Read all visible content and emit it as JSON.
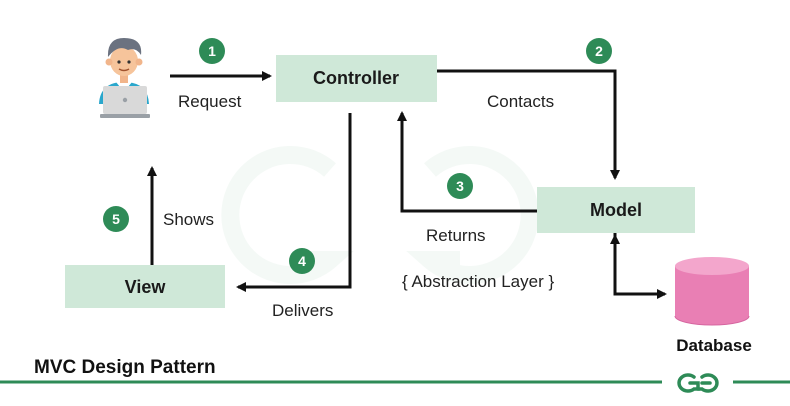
{
  "diagram": {
    "nodes": {
      "controller": "Controller",
      "model": "Model",
      "view": "View",
      "database": "Database"
    },
    "edges": {
      "request": "Request",
      "contacts": "Contacts",
      "returns": "Returns",
      "delivers": "Delivers",
      "shows": "Shows"
    },
    "steps": [
      "1",
      "2",
      "3",
      "4",
      "5"
    ],
    "abstraction_label": "{ Abstraction Layer }",
    "footer_title": "MVC Design Pattern"
  },
  "colors": {
    "box_fill": "#cfe8d8",
    "step_circle": "#2e8b57",
    "accent_green": "#2e8b57",
    "database_fill": "#e97fb4",
    "arrow": "#111111"
  },
  "icons": {
    "user": "user-at-laptop-icon",
    "database": "database-cylinder-icon",
    "logo": "geeksforgeeks-logo"
  }
}
